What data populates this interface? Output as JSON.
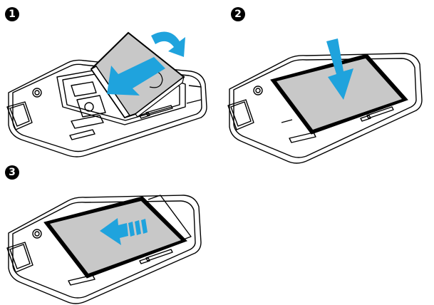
{
  "steps": [
    {
      "number": "1",
      "action": "insert-battery-angled"
    },
    {
      "number": "2",
      "action": "press-battery-down"
    },
    {
      "number": "3",
      "action": "slide-cover-on"
    }
  ],
  "colors": {
    "outline": "#000000",
    "battery_fill": "#c8c8c8",
    "arrow_blue": "#1fa3dd",
    "background": "#ffffff"
  },
  "icons": {
    "rotate_arrow": "curved-arrow-icon",
    "insert_arrow": "down-left-arrow-icon",
    "push_arrow": "down-arrow-icon",
    "slide_arrow": "left-arrow-icon"
  }
}
